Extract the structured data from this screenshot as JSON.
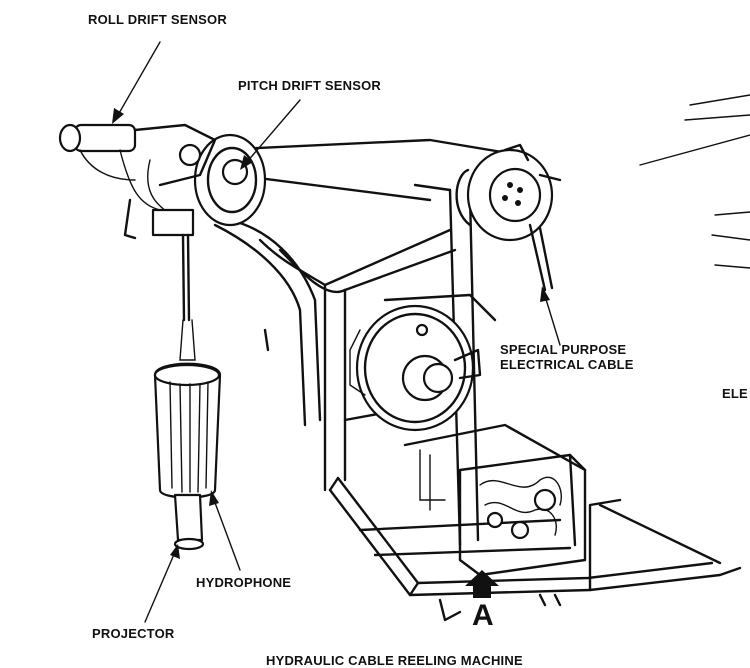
{
  "labels": {
    "roll_drift_sensor": "ROLL DRIFT SENSOR",
    "pitch_drift_sensor": "PITCH DRIFT SENSOR",
    "special_purpose_line1": "SPECIAL PURPOSE",
    "special_purpose_line2": "ELECTRICAL CABLE",
    "ele_partial": "ELE",
    "hydrophone": "HYDROPHONE",
    "projector": "PROJECTOR",
    "view_marker": "A",
    "caption": "HYDRAULIC CABLE REELING MACHINE"
  },
  "colors": {
    "ink": "#111111",
    "paper": "#ffffff"
  }
}
